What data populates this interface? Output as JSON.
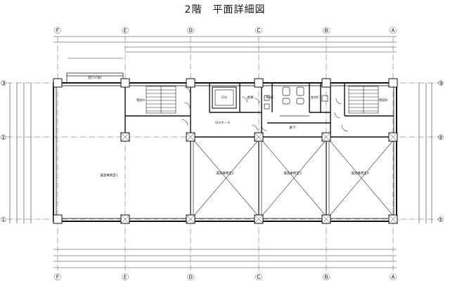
{
  "title": "2階　平面詳細図",
  "axes": {
    "columns": [
      "Ⓕ",
      "Ⓔ",
      "Ⓓ",
      "Ⓒ",
      "Ⓑ",
      "Ⓐ"
    ],
    "rows": [
      "③",
      "②",
      "①"
    ]
  },
  "rooms": {
    "stair_left": "階段A",
    "stair_right": "階段B",
    "elevator": "ELV",
    "ev_hall": "ELVホール",
    "corridor": "廊下",
    "storage": "倉庫",
    "wc_m": "男WC",
    "wc_f": "女WC",
    "office1": "賃貸事務室1",
    "office2": "賃貸事務室2",
    "office3": "賃貸事務室3",
    "office4": "賃貸事務室4",
    "balcony": "庇(ｱﾙﾐ製)"
  }
}
